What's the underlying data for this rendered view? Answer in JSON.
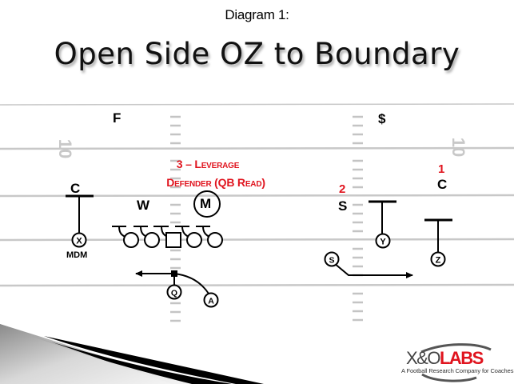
{
  "header": {
    "subtitle": "Diagram 1:",
    "title": "Open Side OZ to Boundary"
  },
  "field": {
    "yard_number_left": "10",
    "yard_number_right": "10",
    "line_color": "#c8c8c8"
  },
  "defense": {
    "free_safety": "F",
    "strong_safety": "$",
    "corner_left": "C",
    "corner_right": "C",
    "will": "W",
    "mike": "M",
    "sam": "S"
  },
  "offense": {
    "x_receiver": "X",
    "x_note": "MDM",
    "y_receiver": "Y",
    "z_receiver": "Z",
    "slot": "S",
    "quarterback": "Q",
    "running_back": "A"
  },
  "annotations": {
    "read_1": "1",
    "read_2": "2",
    "leverage_line1": "3 – Leverage",
    "leverage_line2": "Defender (QB Read)",
    "accent_color": "#e0141e"
  },
  "branding": {
    "logo_xo": "X&O",
    "logo_labs": "LABS",
    "tagline": "A Football Research Company for Coaches"
  }
}
